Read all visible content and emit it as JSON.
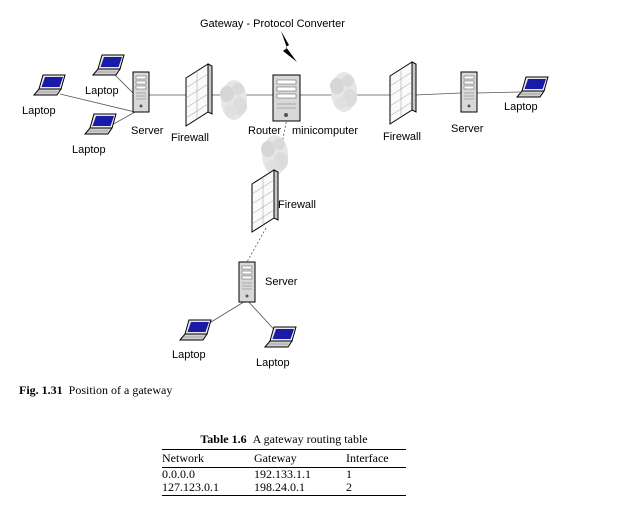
{
  "diagram": {
    "top_label": "Gateway - Protocol Converter",
    "router_label": "Router",
    "minicomputer_label": "minicomputer",
    "server_left": "Server",
    "server_right": "Server",
    "server_bottom": "Server",
    "firewall_left": "Firewall",
    "firewall_right": "Firewall",
    "firewall_bottom": "Firewall",
    "laptop_1": "Laptop",
    "laptop_2": "Laptop",
    "laptop_3": "Laptop",
    "laptop_right": "Laptop",
    "laptop_bottom_1": "Laptop",
    "laptop_bottom_2": "Laptop",
    "icons": [
      "laptop-icon",
      "server-icon",
      "firewall-icon",
      "cloud-icon",
      "router-icon",
      "lightning-icon"
    ]
  },
  "caption": {
    "number": "Fig. 1.31",
    "text": "Position of a gateway"
  },
  "table": {
    "number": "Table 1.6",
    "title": "A gateway routing table",
    "headers": [
      "Network",
      "Gateway",
      "Interface"
    ],
    "rows": [
      [
        "0.0.0.0",
        "192.133.1.1",
        "1"
      ],
      [
        "127.123.0.1",
        "198.24.0.1",
        "2"
      ]
    ]
  }
}
